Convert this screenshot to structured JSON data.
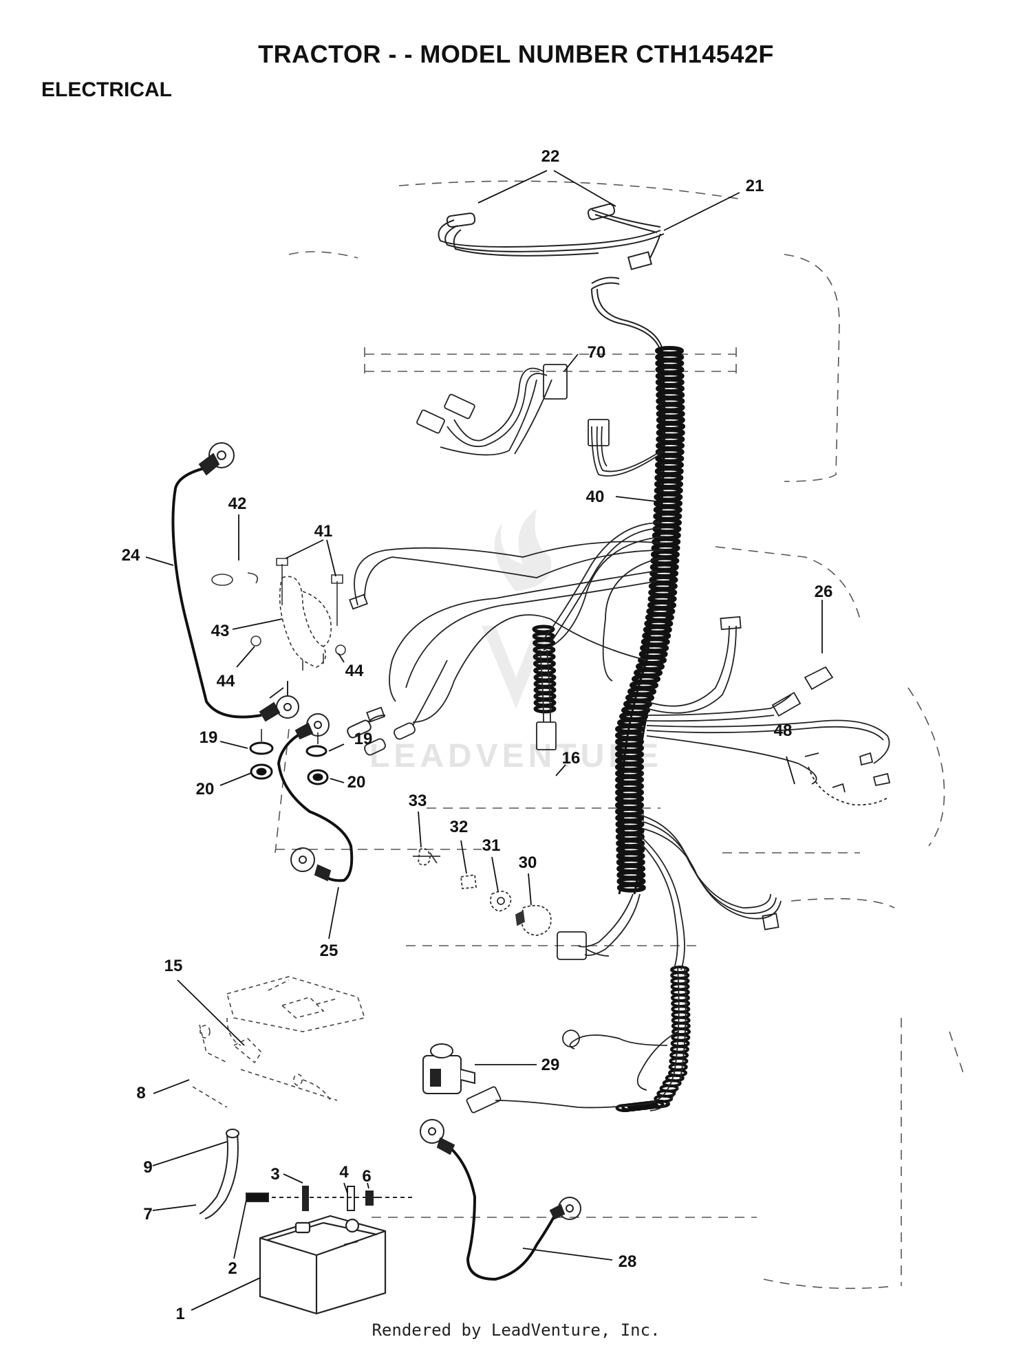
{
  "header": {
    "title": "TRACTOR - - MODEL NUMBER CTH14542F",
    "section": "ELECTRICAL"
  },
  "watermark": "LEADVENTURE",
  "footer": "Rendered by LeadVenture, Inc.",
  "callouts": [
    {
      "id": "c22",
      "text": "22"
    },
    {
      "id": "c21",
      "text": "21"
    },
    {
      "id": "c70",
      "text": "70"
    },
    {
      "id": "c40",
      "text": "40"
    },
    {
      "id": "c42",
      "text": "42"
    },
    {
      "id": "c41",
      "text": "41"
    },
    {
      "id": "c24",
      "text": "24"
    },
    {
      "id": "c43",
      "text": "43"
    },
    {
      "id": "c44a",
      "text": "44"
    },
    {
      "id": "c44b",
      "text": "44"
    },
    {
      "id": "c26",
      "text": "26"
    },
    {
      "id": "c19a",
      "text": "19"
    },
    {
      "id": "c19b",
      "text": "19"
    },
    {
      "id": "c48",
      "text": "48"
    },
    {
      "id": "c20a",
      "text": "20"
    },
    {
      "id": "c20b",
      "text": "20"
    },
    {
      "id": "c16",
      "text": "16"
    },
    {
      "id": "c33",
      "text": "33"
    },
    {
      "id": "c32",
      "text": "32"
    },
    {
      "id": "c31",
      "text": "31"
    },
    {
      "id": "c30",
      "text": "30"
    },
    {
      "id": "c25",
      "text": "25"
    },
    {
      "id": "c15",
      "text": "15"
    },
    {
      "id": "c29",
      "text": "29"
    },
    {
      "id": "c8",
      "text": "8"
    },
    {
      "id": "c4",
      "text": "4"
    },
    {
      "id": "c6",
      "text": "6"
    },
    {
      "id": "c9",
      "text": "9"
    },
    {
      "id": "c3",
      "text": "3"
    },
    {
      "id": "c7",
      "text": "7"
    },
    {
      "id": "c2",
      "text": "2"
    },
    {
      "id": "c28",
      "text": "28"
    },
    {
      "id": "c1",
      "text": "1"
    }
  ]
}
